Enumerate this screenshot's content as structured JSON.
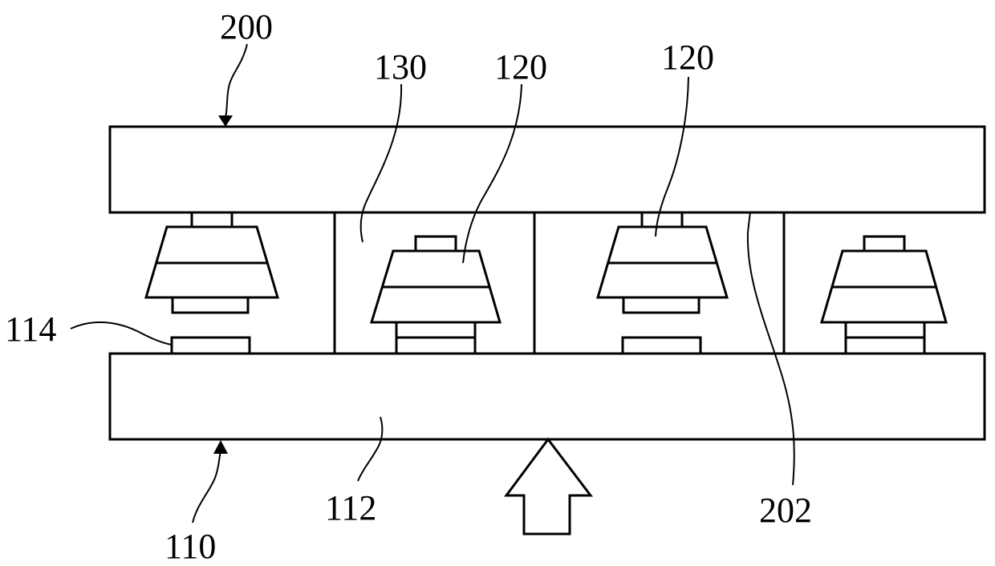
{
  "labels": {
    "l200": "200",
    "l130": "130",
    "l120a": "120",
    "l120b": "120",
    "l114": "114",
    "l112": "112",
    "l110": "110",
    "l202": "202"
  }
}
